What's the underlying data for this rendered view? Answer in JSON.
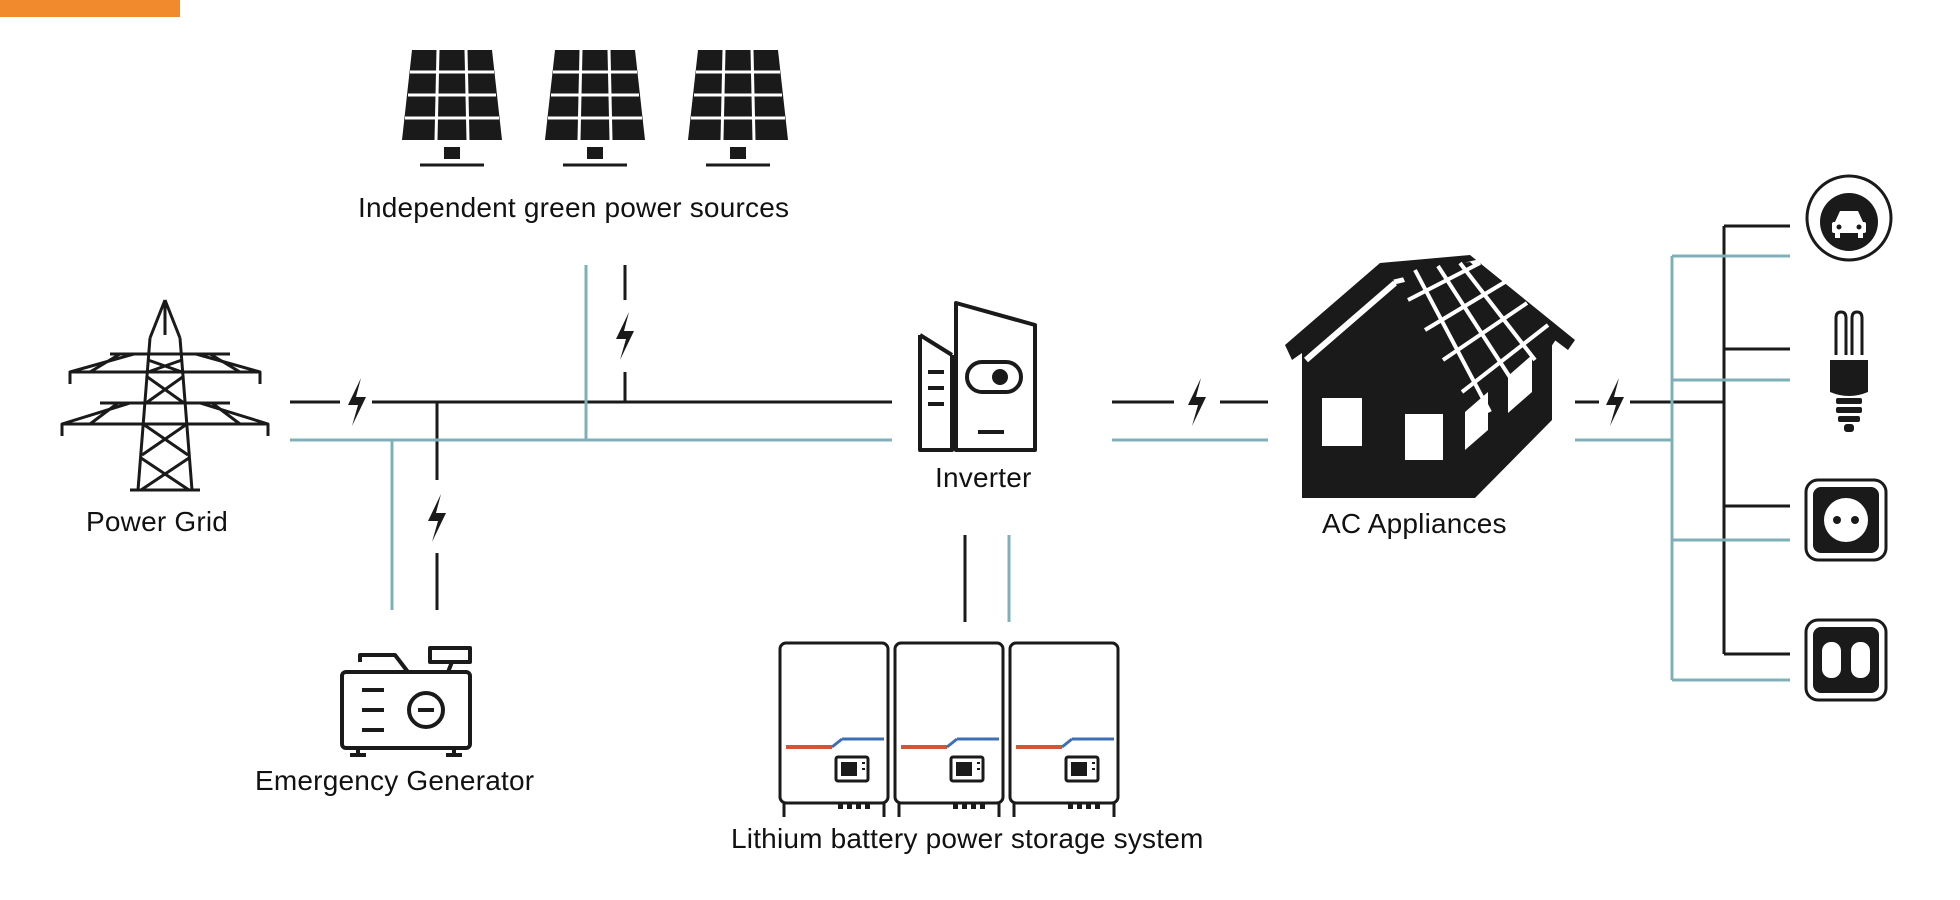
{
  "colors": {
    "accent": "#f08a2c",
    "line_dark": "#1a1a1a",
    "line_blue": "#7fb0b8",
    "battery_red": "#d4552f",
    "battery_blue": "#3d6fb6"
  },
  "labels": {
    "power_grid": "Power Grid",
    "green_sources": "Independent green power sources",
    "generator": "Emergency Generator",
    "inverter": "Inverter",
    "battery": "Lithium battery power storage system",
    "ac_appliances": "AC Appliances"
  },
  "icons": {
    "grid": "transmission-tower-icon",
    "solar": "solar-panel-icon",
    "generator": "generator-icon",
    "inverter": "inverter-icon",
    "battery": "battery-cabinet-icon",
    "house": "solar-house-icon",
    "ev": "ev-charging-icon",
    "bulb": "light-bulb-icon",
    "socket_round": "round-socket-icon",
    "socket_flat": "flat-socket-icon",
    "flash": "lightning-icon"
  }
}
